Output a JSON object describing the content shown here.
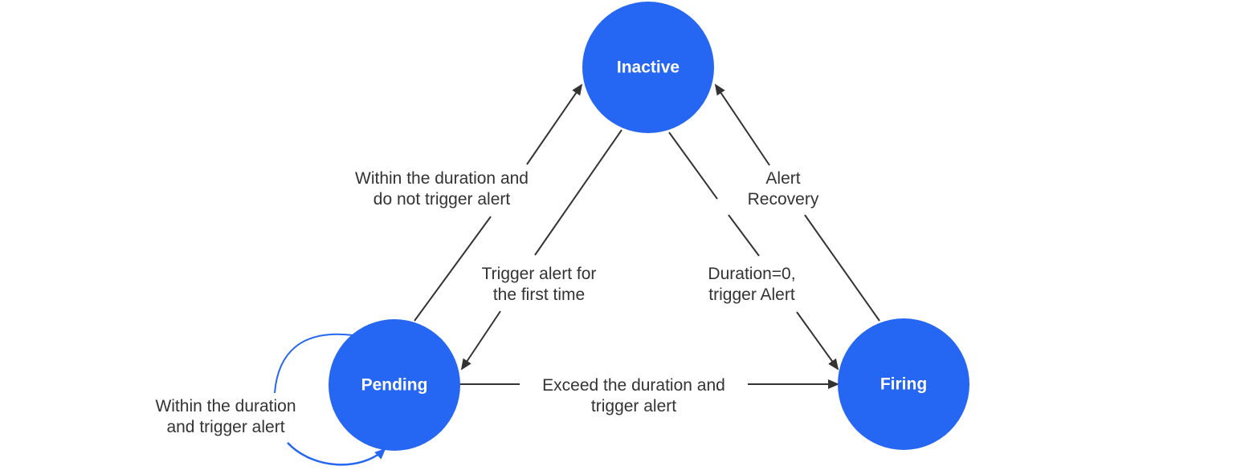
{
  "colors": {
    "node_fill": "#2566F2",
    "edge_stroke": "#333333",
    "self_loop_stroke": "#2566F2",
    "text": "#333333"
  },
  "nodes": {
    "inactive": {
      "label": "Inactive"
    },
    "pending": {
      "label": "Pending"
    },
    "firing": {
      "label": "Firing"
    }
  },
  "edges": {
    "pending_to_inactive": {
      "line1": "Within the duration and",
      "line2": "do not trigger alert"
    },
    "inactive_to_pending": {
      "line1": "Trigger alert for",
      "line2": "the first time"
    },
    "inactive_to_firing": {
      "line1": "Duration=0,",
      "line2": "trigger Alert"
    },
    "firing_to_inactive": {
      "line1": "Alert",
      "line2": "Recovery"
    },
    "pending_to_firing": {
      "line1": "Exceed the duration and",
      "line2": "trigger alert"
    },
    "pending_self_loop": {
      "line1": "Within the duration",
      "line2": "and trigger alert"
    }
  }
}
